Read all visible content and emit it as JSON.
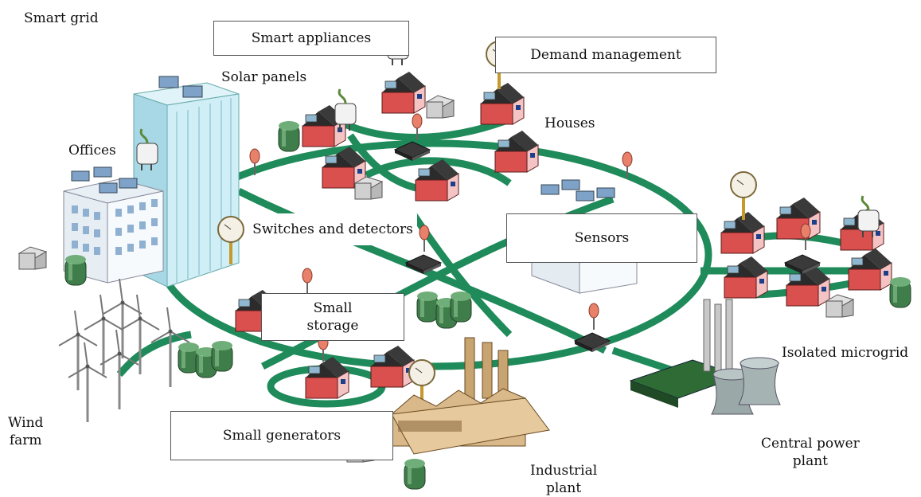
{
  "title": "Smart grid",
  "labels": {
    "smart_appliances": "Smart appliances",
    "demand_management": "Demand management",
    "solar_panels": "Solar panels",
    "houses": "Houses",
    "offices": "Offices",
    "switches_detectors": "Switches and detectors",
    "sensors": "Sensors",
    "small_storage_1": "Small",
    "small_storage_2": "storage",
    "isolated_microgrid": "Isolated microgrid",
    "wind_farm_1": "Wind",
    "wind_farm_2": "farm",
    "small_generators": "Small generators",
    "central_power_1": "Central power",
    "central_power_2": "plant",
    "industrial_1": "Industrial",
    "industrial_2": "plant"
  },
  "colors": {
    "grid_line": "#1f8a5a",
    "house_wall": "#c84a4a",
    "house_pink": "#f3c6c6",
    "building": "#bfe3ee",
    "factory": "#d9b98a",
    "plant": "#9aa8a8",
    "tank": "#3f7d4a"
  }
}
